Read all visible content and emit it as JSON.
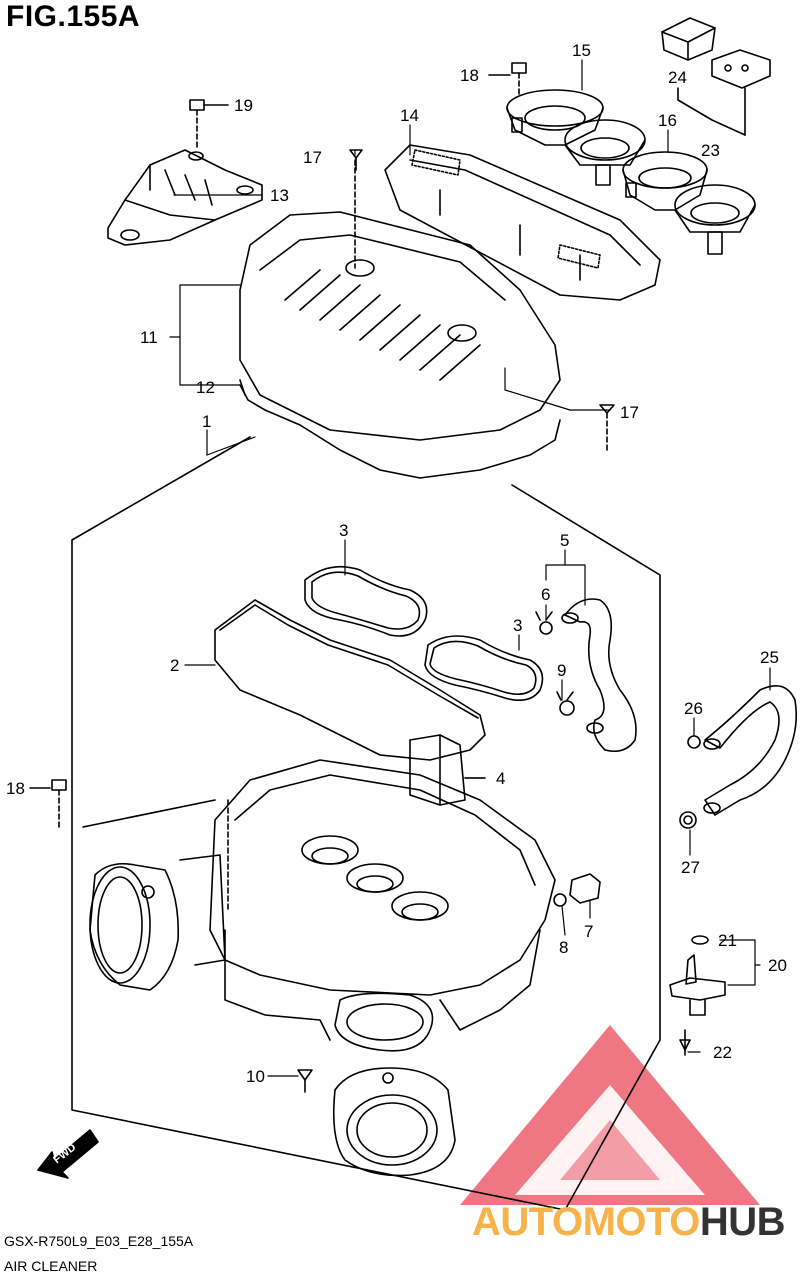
{
  "figure": {
    "title": "FIG.155A"
  },
  "footer": {
    "code": "GSX-R750L9_E03_E28_155A",
    "name": "AIR CLEANER"
  },
  "watermark": {
    "part1": "AUTOMOTO",
    "part2": "HUB",
    "accent_color": "#f7b24a",
    "logo_color": "#e8495a"
  },
  "fwd_label": "FWD",
  "callouts": {
    "c1": "1",
    "c2": "2",
    "c3a": "3",
    "c3b": "3",
    "c4": "4",
    "c5": "5",
    "c6": "6",
    "c7": "7",
    "c8": "8",
    "c9": "9",
    "c10": "10",
    "c11": "11",
    "c12": "12",
    "c13": "13",
    "c14": "14",
    "c15": "15",
    "c16": "16",
    "c17a": "17",
    "c17b": "17",
    "c18a": "18",
    "c18b": "18",
    "c19": "19",
    "c20": "20",
    "c21": "21",
    "c22": "22",
    "c23": "23",
    "c24": "24",
    "c25": "25",
    "c26": "26",
    "c27": "27"
  }
}
